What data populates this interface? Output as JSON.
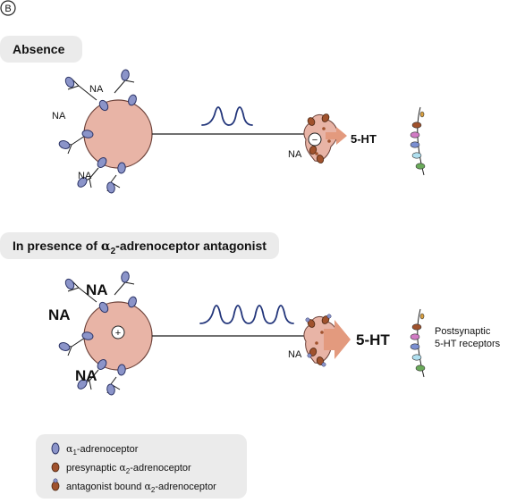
{
  "panel_label": "B",
  "absence": {
    "header": "Absence",
    "na_soma_top": "NA",
    "na_soma_left": "NA",
    "na_soma_bottom": "NA",
    "na_terminal": "NA",
    "soma_sign": "−",
    "product": "5-HT"
  },
  "presence": {
    "header_pre": "In presence of ",
    "header_alpha": "α",
    "header_sub": "2",
    "header_post": "-adrenoceptor antagonist",
    "na_soma_top": "NA",
    "na_soma_left": "NA",
    "na_soma_bottom": "NA",
    "na_terminal": "NA",
    "soma_sign": "+",
    "product": "5-HT",
    "receptors_label_line1": "Postsynaptic",
    "receptors_label_line2": "5-HT receptors"
  },
  "legend": {
    "item1_alpha": "α",
    "item1_sub": "1",
    "item1_post": "-adrenoceptor",
    "item2_pre": "presynaptic ",
    "item2_alpha": "α",
    "item2_sub": "2",
    "item2_post": "-adrenoceptor",
    "item3_pre": "antagonist bound ",
    "item3_alpha": "α",
    "item3_sub": "2",
    "item3_post": "-adrenoceptor"
  },
  "colors": {
    "soma": "#e8b4a6",
    "alpha1_receptor": "#8b94c9",
    "alpha2_receptor": "#a0522d",
    "spike": "#22357a",
    "arrow": "#e39a7e",
    "header_bg": "#ebebeb",
    "legend_bg": "#ebebeb"
  },
  "postsynaptic_receptor_colors": [
    "#d9a040",
    "#a0522d",
    "#d17bc4",
    "#7b8fd1",
    "#b0e0f0",
    "#6aaa5a"
  ]
}
